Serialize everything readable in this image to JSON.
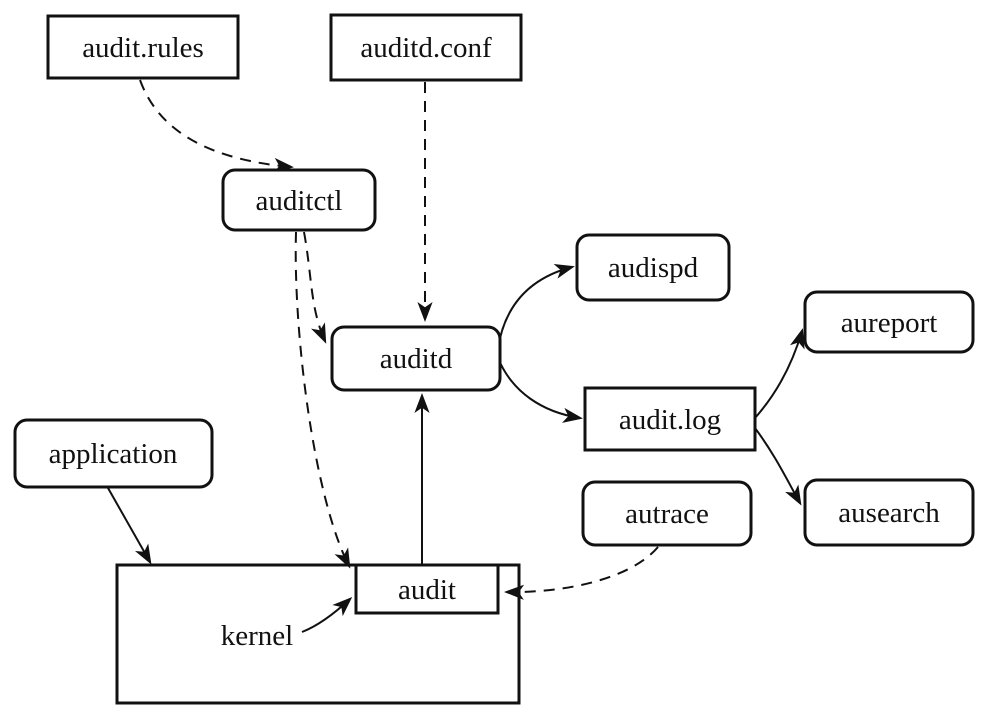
{
  "colors": {
    "line": "#111111",
    "background": "#ffffff",
    "box_fill": "#ffffff"
  },
  "nodes": {
    "audit_rules": {
      "label": "audit.rules",
      "shape": "rectangle"
    },
    "auditd_conf": {
      "label": "auditd.conf",
      "shape": "rectangle"
    },
    "auditctl": {
      "label": "auditctl",
      "shape": "rounded"
    },
    "audispd": {
      "label": "audispd",
      "shape": "rounded"
    },
    "auditd": {
      "label": "auditd",
      "shape": "rounded"
    },
    "aureport": {
      "label": "aureport",
      "shape": "rounded"
    },
    "audit_log": {
      "label": "audit.log",
      "shape": "rectangle"
    },
    "autrace": {
      "label": "autrace",
      "shape": "rounded"
    },
    "ausearch": {
      "label": "ausearch",
      "shape": "rounded"
    },
    "application": {
      "label": "application",
      "shape": "rounded"
    },
    "kernel": {
      "label": "kernel",
      "shape": "container"
    },
    "audit": {
      "label": "audit",
      "shape": "rectangle"
    }
  },
  "edges": [
    {
      "from": "audit.rules",
      "to": "auditctl",
      "style": "dashed"
    },
    {
      "from": "auditd.conf",
      "to": "auditd",
      "style": "dashed"
    },
    {
      "from": "auditctl",
      "to": "auditd",
      "style": "dashed"
    },
    {
      "from": "auditctl",
      "to": "audit",
      "style": "dashed"
    },
    {
      "from": "autrace",
      "to": "audit",
      "style": "dashed"
    },
    {
      "from": "auditd",
      "to": "audispd",
      "style": "solid"
    },
    {
      "from": "auditd",
      "to": "audit.log",
      "style": "solid"
    },
    {
      "from": "audit.log",
      "to": "aureport",
      "style": "solid"
    },
    {
      "from": "audit.log",
      "to": "ausearch",
      "style": "solid"
    },
    {
      "from": "audit",
      "to": "auditd",
      "style": "solid"
    },
    {
      "from": "application",
      "to": "kernel",
      "style": "solid"
    },
    {
      "from": "kernel-label",
      "to": "audit",
      "style": "solid"
    }
  ]
}
